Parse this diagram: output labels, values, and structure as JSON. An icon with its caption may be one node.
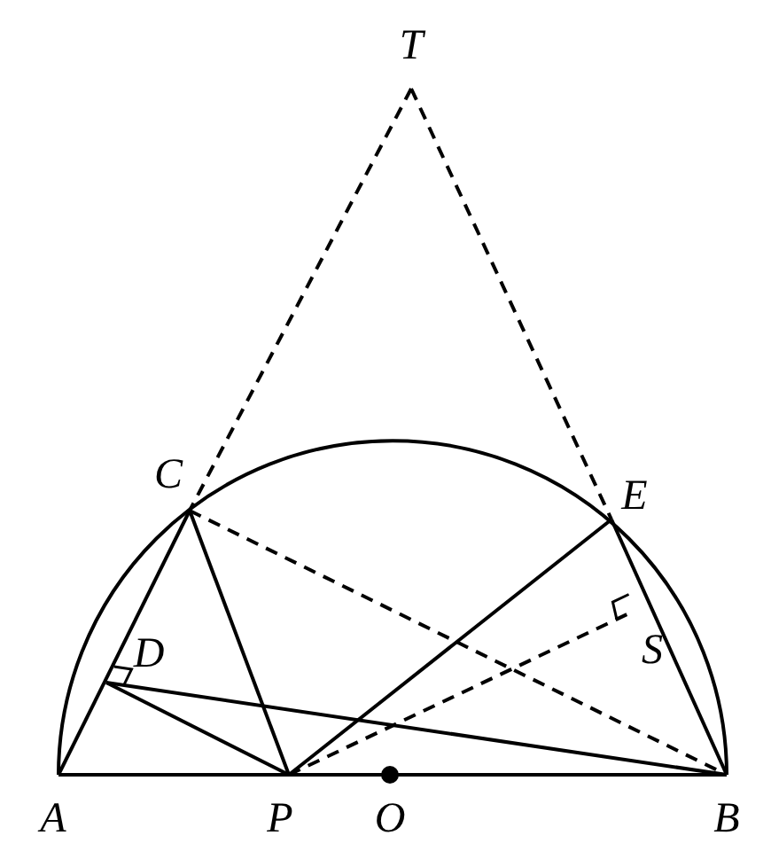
{
  "diagram": {
    "labels": [
      "T",
      "C",
      "E",
      "D",
      "S",
      "A",
      "P",
      "O",
      "B"
    ]
  }
}
